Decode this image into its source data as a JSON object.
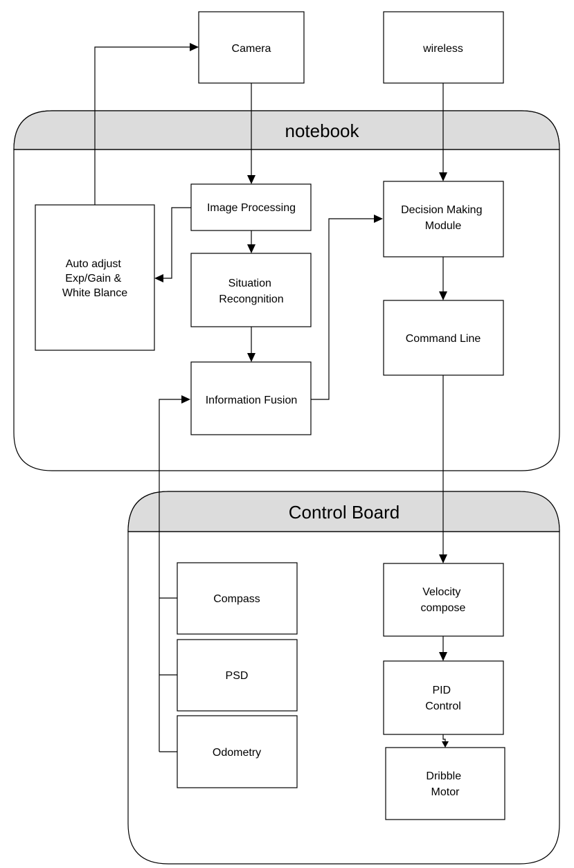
{
  "containers": {
    "notebook": {
      "title": "notebook"
    },
    "control_board": {
      "title": "Control Board"
    }
  },
  "nodes": {
    "camera": [
      "Camera"
    ],
    "wireless": [
      "wireless"
    ],
    "image_processing": [
      "Image Processing"
    ],
    "auto_adjust": [
      "Auto adjust",
      "Exp/Gain &",
      "White Blance"
    ],
    "situation_recognition": [
      "Situation",
      "Recongnition"
    ],
    "information_fusion": [
      "Information Fusion"
    ],
    "decision_making": [
      "Decision Making",
      "Module"
    ],
    "command_line": [
      "Command Line"
    ],
    "compass": [
      "Compass"
    ],
    "psd": [
      "PSD"
    ],
    "odometry": [
      "Odometry"
    ],
    "velocity_compose": [
      "Velocity",
      "compose"
    ],
    "pid_control": [
      "PID",
      "Control"
    ],
    "dribble_motor": [
      "Dribble",
      "Motor"
    ]
  },
  "edges": [
    {
      "from": "auto_adjust",
      "to": "camera"
    },
    {
      "from": "camera",
      "to": "image_processing"
    },
    {
      "from": "wireless",
      "to": "decision_making"
    },
    {
      "from": "image_processing",
      "to": "auto_adjust"
    },
    {
      "from": "image_processing",
      "to": "situation_recognition"
    },
    {
      "from": "situation_recognition",
      "to": "information_fusion"
    },
    {
      "from": "information_fusion",
      "to": "decision_making"
    },
    {
      "from": "decision_making",
      "to": "command_line"
    },
    {
      "from": "command_line",
      "to": "velocity_compose"
    },
    {
      "from": "compass",
      "to": "information_fusion"
    },
    {
      "from": "psd",
      "to": "information_fusion"
    },
    {
      "from": "odometry",
      "to": "information_fusion"
    },
    {
      "from": "velocity_compose",
      "to": "pid_control"
    },
    {
      "from": "pid_control",
      "to": "dribble_motor"
    }
  ]
}
